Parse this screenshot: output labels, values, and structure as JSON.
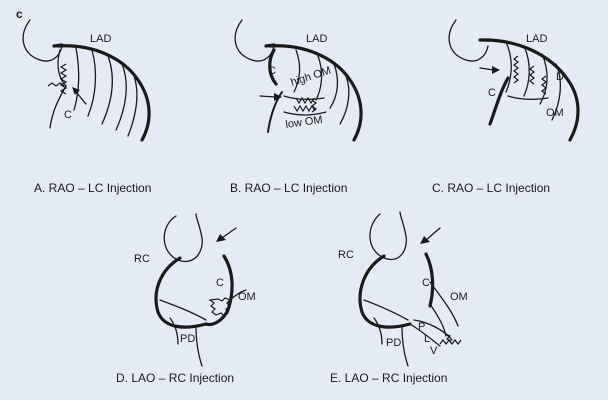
{
  "figure_letter": "c",
  "panels": {
    "a": {
      "caption": "A. RAO – LC Injection",
      "labels": {
        "lad": "LAD",
        "c": "C"
      }
    },
    "b": {
      "caption": "B. RAO – LC Injection",
      "labels": {
        "lad": "LAD",
        "c": "C",
        "high_om": "high OM",
        "low_om": "low OM"
      }
    },
    "c": {
      "caption": "C. RAO – LC Injection",
      "labels": {
        "lad": "LAD",
        "c": "C",
        "d": "D",
        "om": "OM"
      }
    },
    "d": {
      "caption": "D. LAO – RC Injection",
      "labels": {
        "rc": "RC",
        "c": "C",
        "om": "OM",
        "pd": "PD"
      }
    },
    "e": {
      "caption": "E. LAO – RC Injection",
      "labels": {
        "rc": "RC",
        "c": "C",
        "om": "OM",
        "pd": "PD",
        "p": "P",
        "l": "L",
        "v": "V"
      }
    }
  }
}
